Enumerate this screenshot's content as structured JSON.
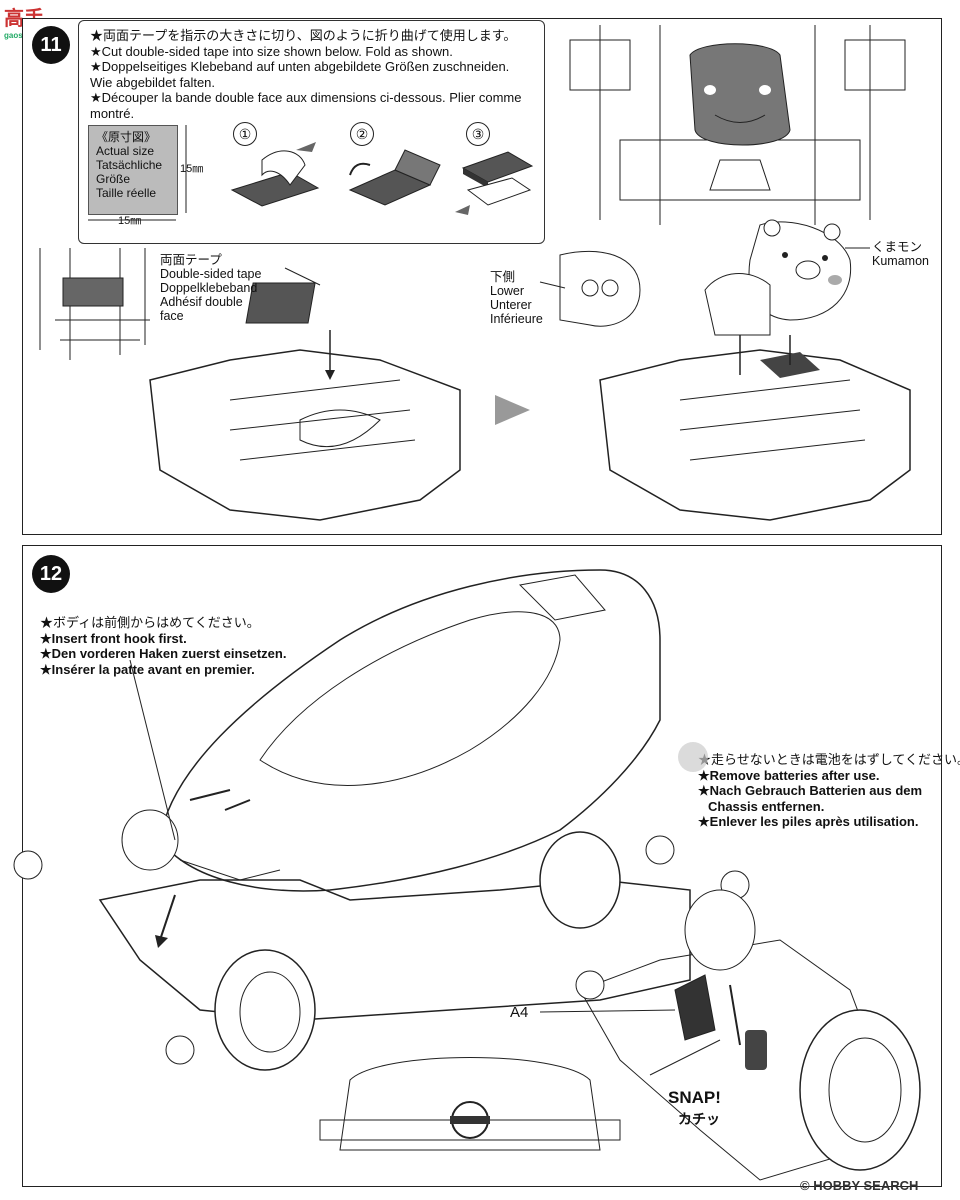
{
  "watermark_top": {
    "logo_text": "高手",
    "site": "gaoshou.com"
  },
  "step11": {
    "number": "11",
    "instructions": [
      "★両面テープを指示の大きさに切り、図のように折り曲げて使用します。",
      "★Cut double-sided tape into size shown below. Fold as shown.",
      "★Doppelseitiges Klebeband auf unten abgebildete Größen zuschneiden.",
      "Wie abgebildet falten.",
      "★Découper la bande double face aux dimensions ci-dessous. Plier comme",
      "montré."
    ],
    "actual_size": [
      "《原寸図》",
      "Actual size",
      "Tatsächliche",
      "Größe",
      "Taille réelle"
    ],
    "dim_vertical": "15㎜",
    "dim_horizontal": "15㎜",
    "fold_steps": [
      "①",
      "②",
      "③"
    ],
    "tape_label": [
      "両面テープ",
      "Double-sided tape",
      "Doppelklebeband",
      "Adhésif double",
      "face"
    ],
    "lower_label": [
      "下側",
      "Lower",
      "Unterer",
      "Inférieure"
    ],
    "kumamon_label": [
      "くまモン",
      "Kumamon"
    ]
  },
  "step12": {
    "number": "12",
    "front_hook": [
      "★ボディは前側からはめてください。",
      "★Insert front hook first.",
      "★Den vorderen Haken zuerst einsetzen.",
      "★Insérer la patte avant en premier."
    ],
    "battery_note": [
      "★走らせないときは電池をはずしてください。",
      "★Remove batteries after use.",
      "★Nach Gebrauch Batterien aus dem",
      "Chassis entfernen.",
      "★Enlever les piles après utilisation."
    ],
    "part_label": "A4",
    "snap_text": "SNAP!",
    "snap_jp": "カチッ"
  },
  "footer": {
    "watermark": "© HOBBY SEARCH"
  }
}
